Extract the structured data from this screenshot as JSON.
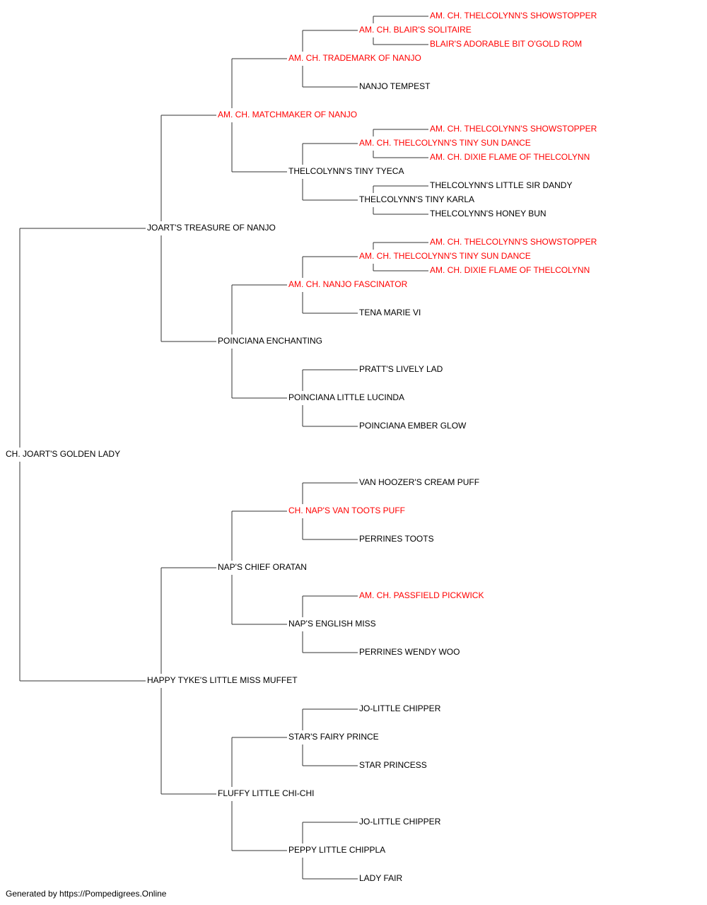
{
  "colors": {
    "champion": "#ff0000",
    "regular": "#000000",
    "line": "#333333"
  },
  "footer": "Generated by https://Pompedigrees.Online",
  "pedigree": {
    "name": "CH. JOART'S GOLDEN LADY",
    "champion": false,
    "sire": {
      "name": "JOART'S TREASURE OF NANJO",
      "champion": false,
      "sire": {
        "name": "AM. CH. MATCHMAKER OF NANJO",
        "champion": true,
        "sire": {
          "name": "AM. CH. TRADEMARK OF NANJO",
          "champion": true,
          "sire": {
            "name": "AM. CH. BLAIR'S SOLITAIRE",
            "champion": true,
            "sire": {
              "name": "AM. CH. THELCOLYNN'S SHOWSTOPPER",
              "champion": true
            },
            "dam": {
              "name": "BLAIR'S ADORABLE BIT O'GOLD ROM",
              "champion": true
            }
          },
          "dam": {
            "name": "NANJO TEMPEST",
            "champion": false
          }
        },
        "dam": {
          "name": "THELCOLYNN'S TINY TYECA",
          "champion": false,
          "sire": {
            "name": "AM. CH. THELCOLYNN'S TINY SUN DANCE",
            "champion": true,
            "sire": {
              "name": "AM. CH. THELCOLYNN'S SHOWSTOPPER",
              "champion": true
            },
            "dam": {
              "name": "AM. CH. DIXIE FLAME OF THELCOLYNN",
              "champion": true
            }
          },
          "dam": {
            "name": "THELCOLYNN'S TINY KARLA",
            "champion": false,
            "sire": {
              "name": "THELCOLYNN'S LITTLE SIR DANDY",
              "champion": false
            },
            "dam": {
              "name": "THELCOLYNN'S HONEY BUN",
              "champion": false
            }
          }
        }
      },
      "dam": {
        "name": "POINCIANA ENCHANTING",
        "champion": false,
        "sire": {
          "name": "AM. CH. NANJO FASCINATOR",
          "champion": true,
          "sire": {
            "name": "AM. CH. THELCOLYNN'S TINY SUN DANCE",
            "champion": true,
            "sire": {
              "name": "AM. CH. THELCOLYNN'S SHOWSTOPPER",
              "champion": true
            },
            "dam": {
              "name": "AM. CH. DIXIE FLAME OF THELCOLYNN",
              "champion": true
            }
          },
          "dam": {
            "name": "TENA MARIE VI",
            "champion": false
          }
        },
        "dam": {
          "name": "POINCIANA LITTLE LUCINDA",
          "champion": false,
          "sire": {
            "name": "PRATT'S LIVELY LAD",
            "champion": false
          },
          "dam": {
            "name": "POINCIANA EMBER GLOW",
            "champion": false
          }
        }
      }
    },
    "dam": {
      "name": "HAPPY TYKE'S LITTLE MISS MUFFET",
      "champion": false,
      "sire": {
        "name": "NAP'S CHIEF ORATAN",
        "champion": false,
        "sire": {
          "name": "CH. NAP'S VAN TOOTS PUFF",
          "champion": true,
          "sire": {
            "name": "VAN HOOZER'S CREAM PUFF",
            "champion": false
          },
          "dam": {
            "name": "PERRINES TOOTS",
            "champion": false
          }
        },
        "dam": {
          "name": "NAP'S ENGLISH MISS",
          "champion": false,
          "sire": {
            "name": "AM. CH. PASSFIELD PICKWICK",
            "champion": true
          },
          "dam": {
            "name": "PERRINES WENDY WOO",
            "champion": false
          }
        }
      },
      "dam": {
        "name": "FLUFFY LITTLE CHI-CHI",
        "champion": false,
        "sire": {
          "name": "STAR'S FAIRY PRINCE",
          "champion": false,
          "sire": {
            "name": "JO-LITTLE CHIPPER",
            "champion": false
          },
          "dam": {
            "name": "STAR PRINCESS",
            "champion": false
          }
        },
        "dam": {
          "name": "PEPPY LITTLE CHIPPLA",
          "champion": false,
          "sire": {
            "name": "JO-LITTLE CHIPPER",
            "champion": false
          },
          "dam": {
            "name": "LADY FAIR",
            "champion": false
          }
        }
      }
    }
  }
}
